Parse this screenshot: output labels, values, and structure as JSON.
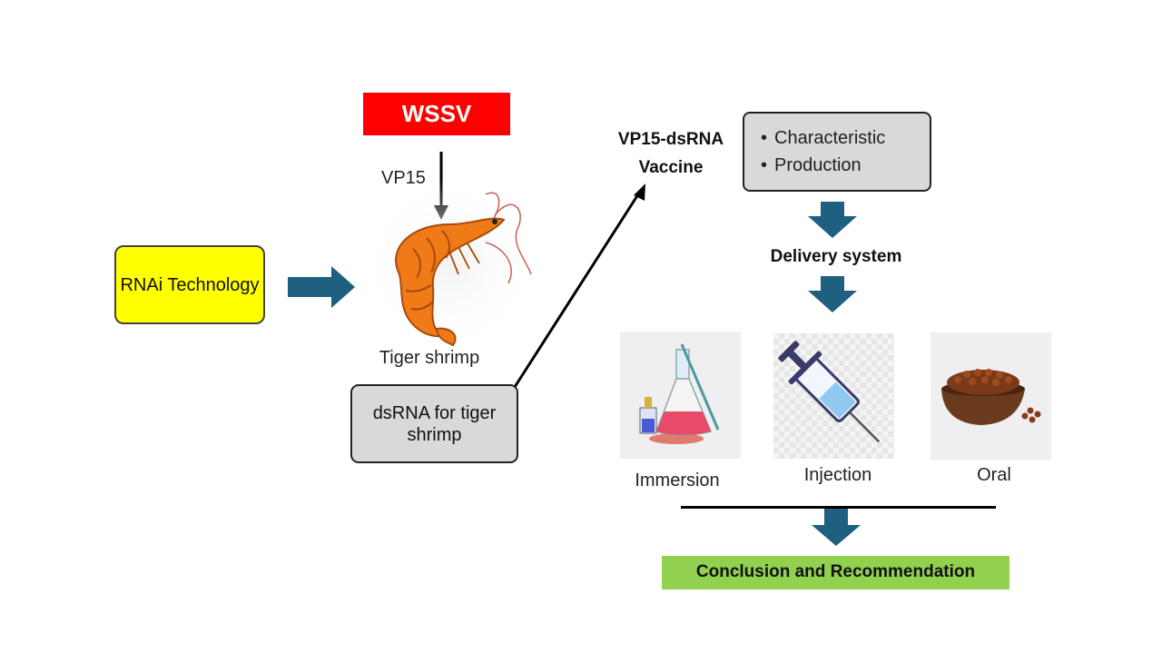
{
  "diagram": {
    "wssv": "WSSV",
    "vp15": "VP15",
    "rnai": "RNAi Technology",
    "shrimp_label": "Tiger shrimp",
    "dsrna": "dsRNA for tiger shrimp",
    "vaccine": "VP15-dsRNA Vaccine",
    "properties": [
      "Characteristic",
      "Production"
    ],
    "delivery": "Delivery system",
    "methods": [
      "Immersion",
      "Injection",
      "Oral"
    ],
    "conclusion": "Conclusion and Recommendation"
  },
  "icons": {
    "shrimp": "tiger-shrimp-icon",
    "immersion": "lab-flask-icon",
    "injection": "syringe-icon",
    "oral": "feed-bowl-icon"
  },
  "colors": {
    "wssv_box": "#ff0000",
    "rnai_box": "#ffff00",
    "grey_box": "#d9d9d9",
    "conclusion_box": "#92d050",
    "block_arrow": "#1f5f7f"
  }
}
